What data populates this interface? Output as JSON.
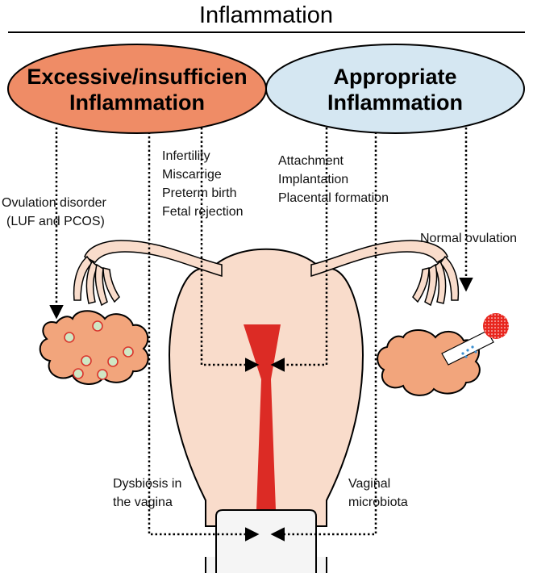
{
  "title": "Inflammation",
  "left_bubble": {
    "line1": "Excessive/insufficien",
    "line2": "Inflammation",
    "fill": "#ef8c66"
  },
  "right_bubble": {
    "line1": "Appropriate",
    "line2": "Inflammation",
    "fill": "#d5e7f2"
  },
  "outcomes_bad": [
    "Infertility",
    "Miscarrige",
    "Preterm birth",
    "Fetal rejection"
  ],
  "outcomes_good": [
    "Attachment",
    "Implantation",
    "Placental formation"
  ],
  "ovulation_disorder": [
    "Ovulation disorder",
    "(LUF and PCOS)"
  ],
  "normal_ovulation": "Normal ovulation",
  "dysbiosis": [
    "Dysbiosis in",
    "the vagina"
  ],
  "microbiota": [
    "Vaginal",
    "microbiota"
  ],
  "colors": {
    "uterus": "#f9dccb",
    "endometrium": "#dc2b25",
    "ovary": "#f2a57c",
    "follicle": "#cfe7c4",
    "follicle_ring": "#d9362e",
    "egg": "#e8261e",
    "sperm_dots": "#3a8fd0",
    "cervix": "#f5f5f5"
  }
}
